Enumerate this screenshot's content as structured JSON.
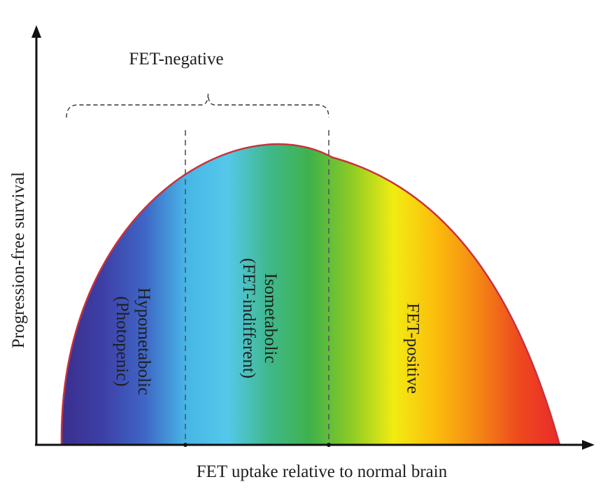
{
  "chart_data": {
    "type": "area",
    "xlabel": "FET uptake relative to normal brain",
    "ylabel": "Progression-free survival",
    "bracket_label": "FET-negative",
    "regions": [
      {
        "label_lines": [
          "Hypometabolic",
          "(Photopenic)"
        ],
        "color": "#f2f2ff"
      },
      {
        "label_lines": [
          "Isometabolic",
          "(FET-indifferent)"
        ],
        "color": "#2a6e1c"
      },
      {
        "label_lines": [
          "FET-positive"
        ],
        "color": "#8a3a10"
      }
    ],
    "gradient_colors": [
      "#3a2f8e",
      "#3d3fa6",
      "#3f66c6",
      "#47b6e6",
      "#55c8ea",
      "#3fb88a",
      "#3fb24a",
      "#8fcc24",
      "#f2ec12",
      "#fbbd0c",
      "#f48a14",
      "#ee4a1e",
      "#e92a2a"
    ],
    "outline_color": "#c8323c"
  }
}
